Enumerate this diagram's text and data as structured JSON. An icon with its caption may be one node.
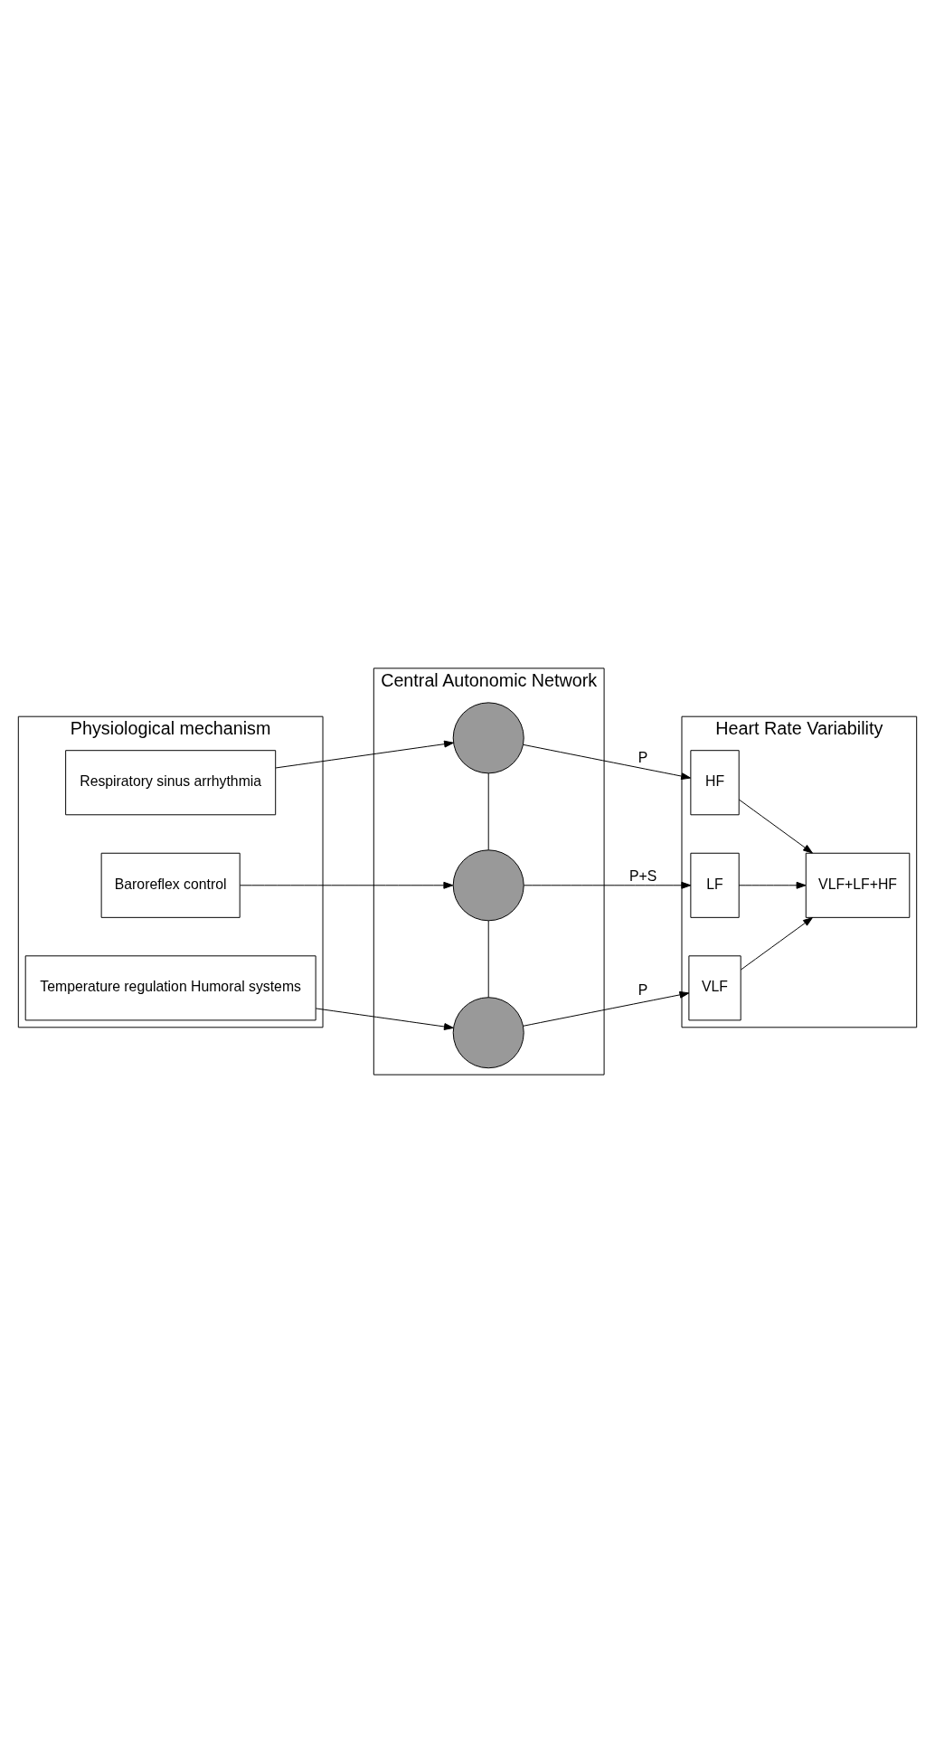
{
  "diagram": {
    "nodes": [
      {
        "text": [
          "Physiological mechanism"
        ]
      },
      {
        "text": [
          "Respiratory sinus arrhythmia"
        ],
        "in": 0
      },
      {
        "text": [
          "Baroreflex control"
        ],
        "in": 0
      },
      {
        "text": [
          "Temperature regulation Humoral systems"
        ],
        "in": 0
      },
      {
        "text": [
          "Central Autonomic Network"
        ]
      },
      {
        "text": [],
        "shape": "circle",
        "in": 4
      },
      {
        "text": [],
        "shape": "circle",
        "in": 4
      },
      {
        "text": [],
        "shape": "circle",
        "in": 4
      },
      {
        "text": [
          "Heart Rate Variability"
        ]
      },
      {
        "text": [
          "HF"
        ],
        "in": 8
      },
      {
        "text": [
          "LF"
        ],
        "in": 8
      },
      {
        "text": [
          "VLF"
        ],
        "in": 8
      },
      {
        "text": [
          "VLF+LF+HF"
        ],
        "in": 8
      }
    ],
    "edges": [
      {
        "from": 1,
        "to": 5,
        "arrow": "to"
      },
      {
        "from": 2,
        "to": 6,
        "arrow": "to"
      },
      {
        "from": 3,
        "to": 7,
        "arrow": "to"
      },
      {
        "from": 5,
        "to": 6,
        "arrow": "none"
      },
      {
        "from": 6,
        "to": 7,
        "arrow": "none"
      },
      {
        "from": 5,
        "to": 9,
        "arrow": "to",
        "label": "P"
      },
      {
        "from": 6,
        "to": 10,
        "arrow": "to",
        "label": "P+S"
      },
      {
        "from": 7,
        "to": 11,
        "arrow": "to",
        "label": "P"
      },
      {
        "from": 9,
        "to": 12,
        "arrow": "to"
      },
      {
        "from": 10,
        "to": 12,
        "arrow": "to"
      },
      {
        "from": 11,
        "to": 12,
        "arrow": "to"
      }
    ]
  }
}
